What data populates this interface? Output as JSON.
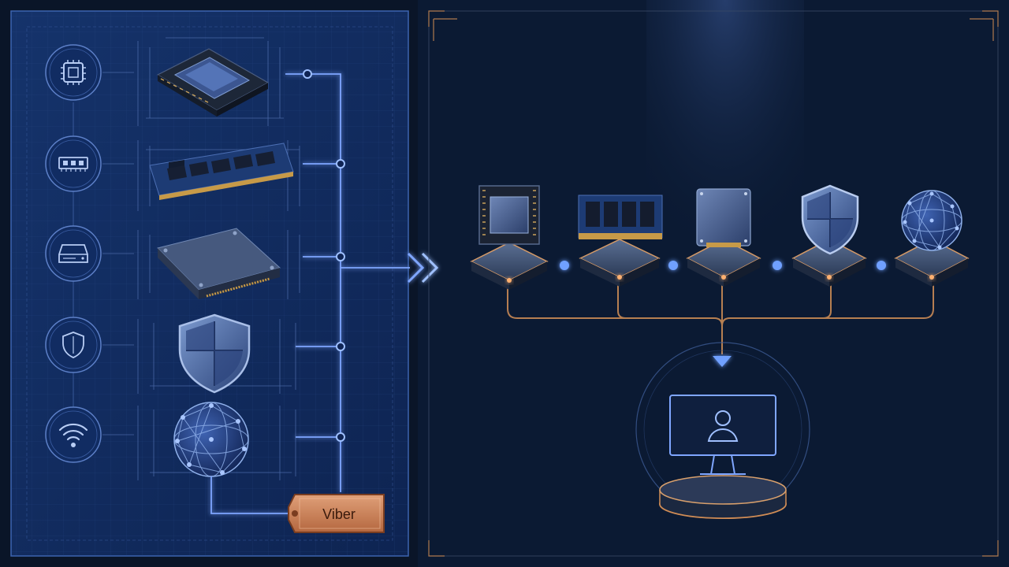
{
  "tag": {
    "label": "Viber"
  },
  "components": [
    {
      "id": "cpu",
      "icon": "cpu-chip-icon"
    },
    {
      "id": "ram",
      "icon": "memory-module-icon"
    },
    {
      "id": "ssd",
      "icon": "storage-drive-icon"
    },
    {
      "id": "security",
      "icon": "shield-icon"
    },
    {
      "id": "network",
      "icon": "wifi-icon"
    }
  ],
  "output": {
    "icon": "user-monitor-icon"
  },
  "colors": {
    "blueprint_bg": "#10295a",
    "right_bg": "#0b1a33",
    "accent_blue": "#5b8df0",
    "accent_copper": "#c98a55",
    "tag_fill": "#c9825a"
  }
}
